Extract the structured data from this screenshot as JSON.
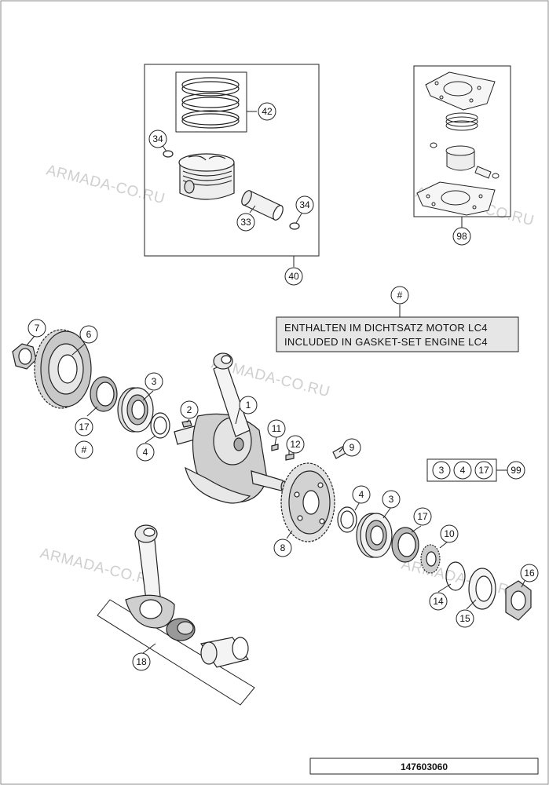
{
  "watermark": {
    "text": "ARMADA-CO.RU",
    "color": "#cfcfcf"
  },
  "note": {
    "marker": "#",
    "line1": "ENTHALTEN IM DICHTSATZ MOTOR LC4",
    "line2": "INCLUDED IN GASKET-SET ENGINE LC4",
    "background": "#e6e6e6"
  },
  "kit": {
    "items": [
      "3",
      "4",
      "17"
    ],
    "kit_number": "99"
  },
  "piston_box_number": "40",
  "gasket_box_number": "98",
  "conrod_kit_number": "18",
  "document_number": "147603060",
  "callouts": {
    "c42": "42",
    "c34a": "34",
    "c34b": "34",
    "c33": "33",
    "c7": "7",
    "c6": "6",
    "c3a": "3",
    "c17a": "17",
    "c4a": "4",
    "c2": "2",
    "c1": "1",
    "c11": "11",
    "c12": "12",
    "c9": "9",
    "c8": "8",
    "c4b": "4",
    "c3b": "3",
    "c17b": "17",
    "c10": "10",
    "c16": "16",
    "c14": "14",
    "c15": "15"
  },
  "hash_markers": {
    "h17": "#"
  }
}
